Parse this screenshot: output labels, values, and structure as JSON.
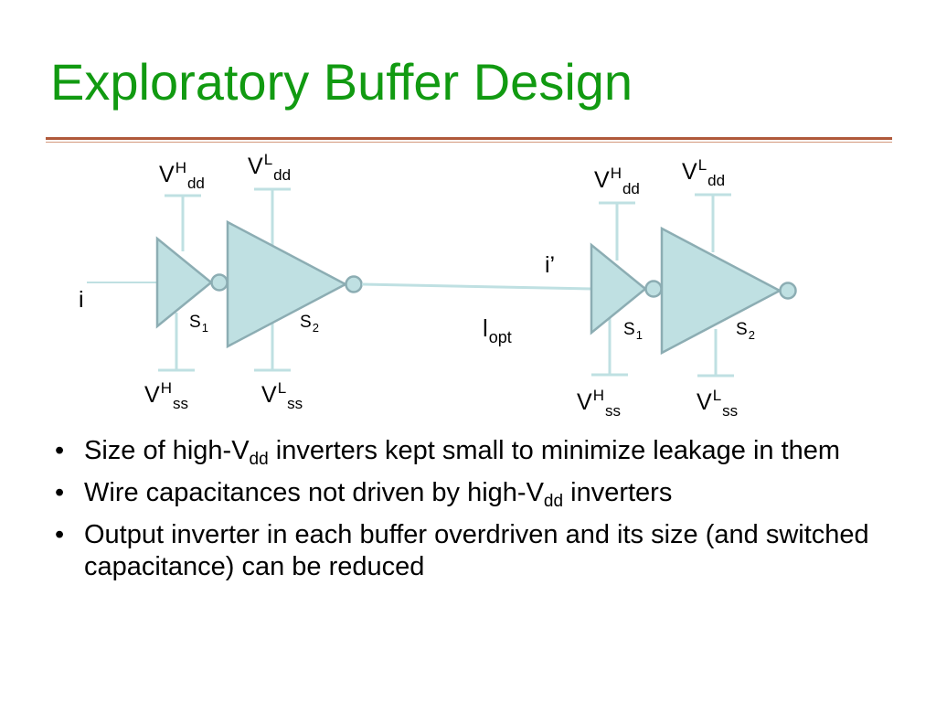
{
  "slide": {
    "title": "Exploratory Buffer Design"
  },
  "diagram": {
    "input_label": "i",
    "intermediate_label": "i’",
    "wire_label": {
      "base": "l",
      "sub": "opt"
    },
    "buffer_1": {
      "vdd_high": {
        "base": "V",
        "sup": "H",
        "sub": "dd"
      },
      "vdd_low": {
        "base": "V",
        "sup": "L",
        "sub": "dd"
      },
      "vss_high": {
        "base": "V",
        "sup": "H",
        "sub": "ss"
      },
      "vss_low": {
        "base": "V",
        "sup": "L",
        "sub": "ss"
      },
      "size_1": {
        "base": "S",
        "sub": "1"
      },
      "size_2": {
        "base": "S",
        "sub": "2"
      }
    },
    "buffer_2": {
      "vdd_high": {
        "base": "V",
        "sup": "H",
        "sub": "dd"
      },
      "vdd_low": {
        "base": "V",
        "sup": "L",
        "sub": "dd"
      },
      "vss_high": {
        "base": "V",
        "sup": "H",
        "sub": "ss"
      },
      "vss_low": {
        "base": "V",
        "sup": "L",
        "sub": "ss"
      },
      "size_1": {
        "base": "S",
        "sub": "1"
      },
      "size_2": {
        "base": "S",
        "sub": "2"
      }
    }
  },
  "bullets": [
    {
      "a": "Size of high-V",
      "sub": "dd",
      "b": " inverters kept small to minimize leakage in them"
    },
    {
      "a": "Wire capacitances not driven by high-V",
      "sub": "dd",
      "b": " inverters"
    },
    {
      "a": "Output inverter in each buffer overdriven and its size (and switched capacitance) can be reduced",
      "sub": "",
      "b": ""
    }
  ],
  "colors": {
    "title": "#119a11",
    "gate_fill": "#bfe0e2",
    "gate_stroke": "#8cadb3",
    "rule": "#b0593a"
  }
}
